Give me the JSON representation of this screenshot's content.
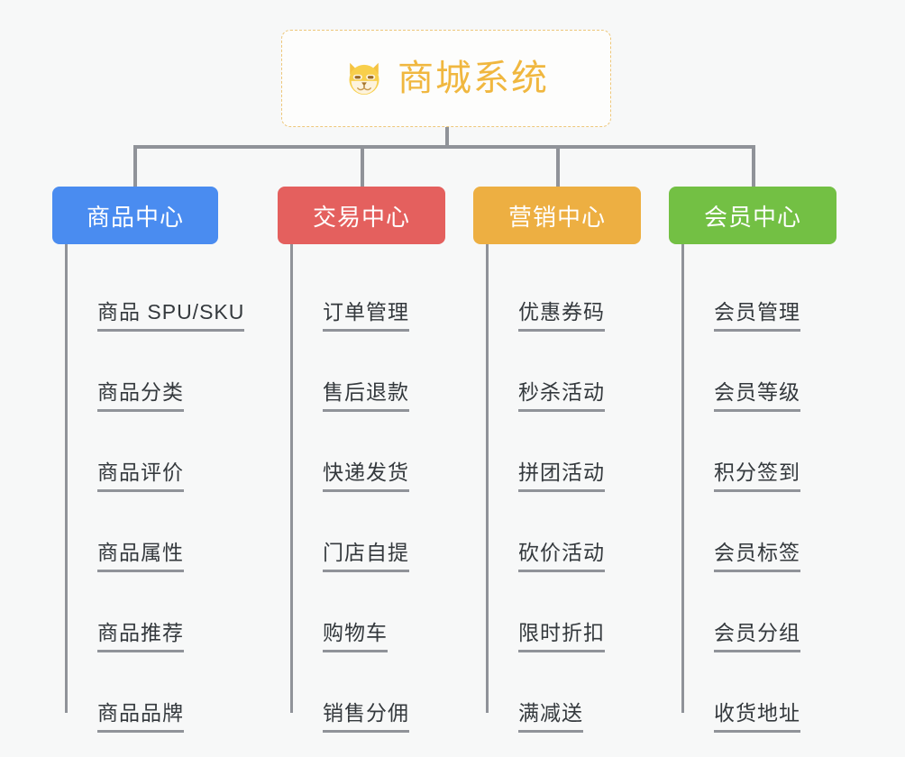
{
  "root": {
    "title": "商城系统",
    "icon": "shiba-dog-face-icon",
    "border_color": "#eec77a",
    "text_color": "#f0b73f",
    "background": "#fdfdfc"
  },
  "canvas": {
    "background": "#f7f8f8",
    "connector_color": "#909399"
  },
  "branches": [
    {
      "label": "商品中心",
      "color": "#4a8cf0",
      "leaves": [
        "商品 SPU/SKU",
        "商品分类",
        "商品评价",
        "商品属性",
        "商品推荐",
        "商品品牌"
      ]
    },
    {
      "label": "交易中心",
      "color": "#e4605e",
      "leaves": [
        "订单管理",
        "售后退款",
        "快递发货",
        "门店自提",
        "购物车",
        "销售分佣"
      ]
    },
    {
      "label": "营销中心",
      "color": "#edaf42",
      "leaves": [
        "优惠券码",
        "秒杀活动",
        "拼团活动",
        "砍价活动",
        "限时折扣",
        "满减送"
      ]
    },
    {
      "label": "会员中心",
      "color": "#73c044",
      "leaves": [
        "会员管理",
        "会员等级",
        "积分签到",
        "会员标签",
        "会员分组",
        "收货地址"
      ]
    }
  ]
}
